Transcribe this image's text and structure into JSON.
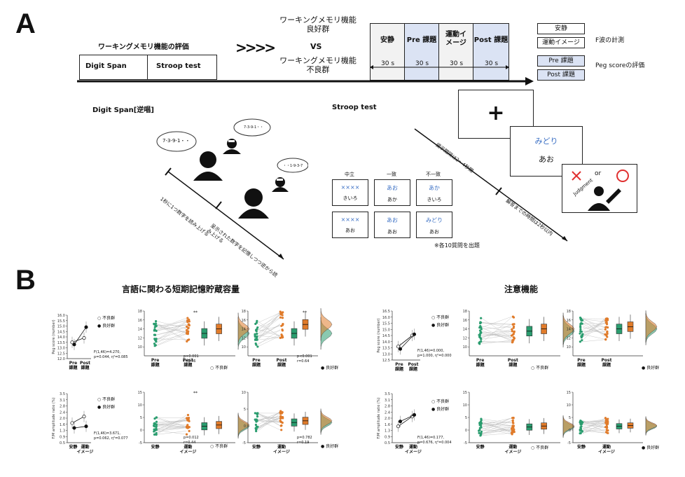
{
  "panel_a": {
    "letter": "A",
    "title": "ワーキングメモリ機能の評価",
    "tests": [
      "Digit Span",
      "Stroop test"
    ],
    "arrows": ">>>>",
    "group_good": [
      "ワーキングメモリ機能",
      "良好群"
    ],
    "vs": "VS",
    "group_poor": [
      "ワーキングメモリ機能",
      "不良群"
    ],
    "phases": [
      {
        "label": "安静",
        "time": "30 s"
      },
      {
        "label": "Pre 課題",
        "time": "30 s"
      },
      {
        "label": "運動イメージ",
        "time": "30 s"
      },
      {
        "label": "Post 課題",
        "time": "30 s"
      }
    ],
    "legend": {
      "f_items": [
        "安静",
        "運動イメージ"
      ],
      "f_label": "F波の計測",
      "peg_items": [
        "Pre 課題",
        "Post 課題"
      ],
      "peg_label": "Peg scoreの評価"
    },
    "digit_span": {
      "title": "Digit Span[逆唱]",
      "bubble1": "7-3-9-1・・",
      "bubble2": "7-3-9-1・・",
      "bubble3": "・・1-9-3-7",
      "axis1": "1秒に1つ数字を読み上げる",
      "axis2": "呈示された数字を記憶しつつ逆から読み上げる"
    },
    "stroop": {
      "title": "Stroop test",
      "col_headers": [
        "中立",
        "一致",
        "不一致"
      ],
      "cards": [
        {
          "top": "××××",
          "bottom": "きいろ"
        },
        {
          "top": "あお",
          "bottom": "あか"
        },
        {
          "top": "あか",
          "bottom": "きいろ"
        },
        {
          "top": "××××",
          "bottom": "あお"
        },
        {
          "top": "あお",
          "bottom": "あお"
        },
        {
          "top": "みどり",
          "bottom": "あお"
        }
      ],
      "note": "※各10質問を出題",
      "fixation": "+",
      "stim_top": "みどり",
      "stim_bottom": "あお",
      "judgment_or": "or",
      "judgment_label": "Judgment",
      "timeline1": "提示間隔は2〜4秒間",
      "timeline2": "解答までの時間は2秒以内"
    }
  },
  "panel_b": {
    "letter": "B",
    "title_left": "言語に関わる短期記憶貯蔵容量",
    "title_right": "注意機能",
    "legend_poor": "不良群",
    "legend_good": "良好群",
    "peg_ylabel": "Peg score (number)",
    "fm_ylabel": "F/M amplitude ratio (%)",
    "xticks_peg": [
      "Pre 課題",
      "Post 課題"
    ],
    "xticks_fm": [
      "安静",
      "運動 イメージ"
    ],
    "sig": "**",
    "left_peg_stats": [
      "F(1,46)=4.270,",
      "p=0.044, η²=0.085"
    ],
    "left_peg_p1": [
      "p=0.001",
      "r=0.46"
    ],
    "left_peg_p2": [
      "p<0.001",
      "r=0.64"
    ],
    "left_fm_stats": [
      "F(1,46)=3.671,",
      "p=0.062, η²=0.077"
    ],
    "left_fm_p1": [
      "p=0.012",
      "r=0.44"
    ],
    "left_fm_p2": [
      "p=0.782",
      "r=0.19"
    ],
    "right_peg_stats": [
      "F(1,46)=0.000,",
      "p=1.000, η²=0.000"
    ],
    "right_fm_stats": [
      "F(1,46)=0.177,",
      "p=0.676, η²=0.004"
    ]
  },
  "chart_data": [
    {
      "type": "line",
      "panel": "left-peg-mean",
      "ylabel": "Peg score (number)",
      "categories": [
        "Pre 課題",
        "Post 課題"
      ],
      "ylim": [
        12,
        16
      ],
      "series": [
        {
          "name": "不良群",
          "values": [
            13.5,
            13.9
          ]
        },
        {
          "name": "良好群",
          "values": [
            13.3,
            14.9
          ]
        }
      ]
    },
    {
      "type": "line",
      "panel": "left-fm-mean",
      "ylabel": "F/M amplitude ratio (%)",
      "categories": [
        "安静",
        "運動 イメージ"
      ],
      "ylim": [
        0.5,
        3.5
      ],
      "series": [
        {
          "name": "不良群",
          "values": [
            1.7,
            2.1
          ]
        },
        {
          "name": "良好群",
          "values": [
            1.4,
            1.5
          ]
        }
      ]
    },
    {
      "type": "line",
      "panel": "right-peg-mean",
      "ylabel": "Peg score (number)",
      "categories": [
        "Pre 課題",
        "Post 課題"
      ],
      "ylim": [
        12.5,
        16.5
      ],
      "series": [
        {
          "name": "不良群",
          "values": [
            13.6,
            14.5
          ]
        },
        {
          "name": "良好群",
          "values": [
            13.4,
            14.6
          ]
        }
      ]
    },
    {
      "type": "line",
      "panel": "right-fm-mean",
      "ylabel": "F/M amplitude ratio (%)",
      "categories": [
        "安静",
        "運動 イメージ"
      ],
      "ylim": [
        0.5,
        3.5
      ],
      "series": [
        {
          "name": "不良群",
          "values": [
            1.5,
            2.1
          ]
        },
        {
          "name": "良好群",
          "values": [
            1.8,
            2.2
          ]
        }
      ]
    }
  ],
  "colors": {
    "blue_phase": "#dbe3f4",
    "green": "#2a9d6f",
    "orange": "#e07b2a",
    "red": "#e03030",
    "stim_blue": "#3a6fc4"
  }
}
